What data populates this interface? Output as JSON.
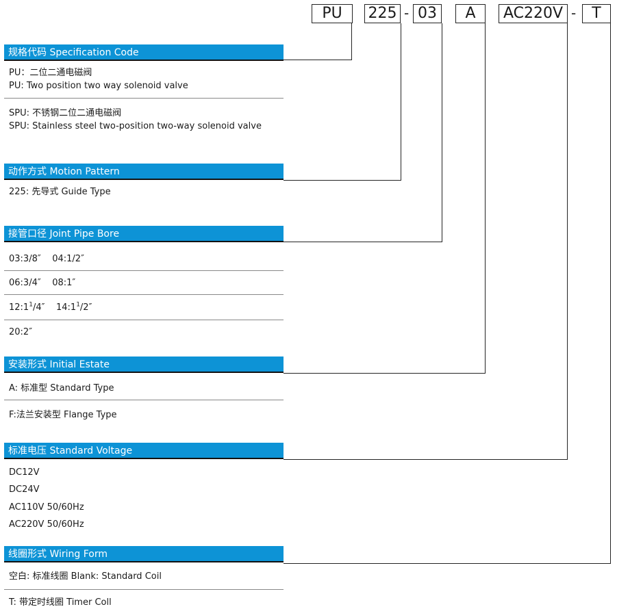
{
  "code_parts": {
    "pu": "PU",
    "motion": "225",
    "dash1": "-",
    "bore": "03",
    "state": "A",
    "voltage": "AC220V",
    "dash2": "-",
    "wiring": "T"
  },
  "sections": {
    "spec": {
      "title": "规格代码 Specification Code",
      "items": [
        {
          "cn": "PU：二位二通电磁阀",
          "en": "PU:  Two position two way solenoid valve"
        },
        {
          "cn": "SPU: 不锈钢二位二通电磁阀",
          "en": "SPU: Stainless steel two-position two-way solenoid valve"
        }
      ]
    },
    "motion": {
      "title": "动作方式 Motion Pattern",
      "items": [
        "225: 先导式 Guide Type"
      ]
    },
    "bore": {
      "title": "接管口径 Joint Pipe Bore",
      "items": [
        {
          "a": "03:3/8″",
          "b": "04:1/2″"
        },
        {
          "a": "06:3/4″",
          "b": "08:1″"
        },
        {
          "a_pre": "12:1",
          "a_sup": "1",
          "a_post": "/4″",
          "b_pre": "14:1",
          "b_sup": "1",
          "b_post": "/2″"
        },
        {
          "a": "20:2″"
        }
      ]
    },
    "state": {
      "title": "安装形式 Initial Estate",
      "items": [
        "A: 标准型 Standard Type",
        "F:法兰安装型 Flange Type"
      ]
    },
    "voltage": {
      "title": "标准电压 Standard Voltage",
      "items": [
        "DC12V",
        "DC24V",
        "AC110V  50/60Hz",
        "AC220V  50/60Hz"
      ]
    },
    "wiring": {
      "title": "线圈形式 Wiring Form",
      "items": [
        "空白: 标准线圈  Blank: Standard Coil",
        "T: 带定时线圈  Timer Coll"
      ]
    }
  },
  "colors": {
    "section_bar": "#0d93d6",
    "section_text": "#ffffff",
    "lines": "#222222"
  }
}
